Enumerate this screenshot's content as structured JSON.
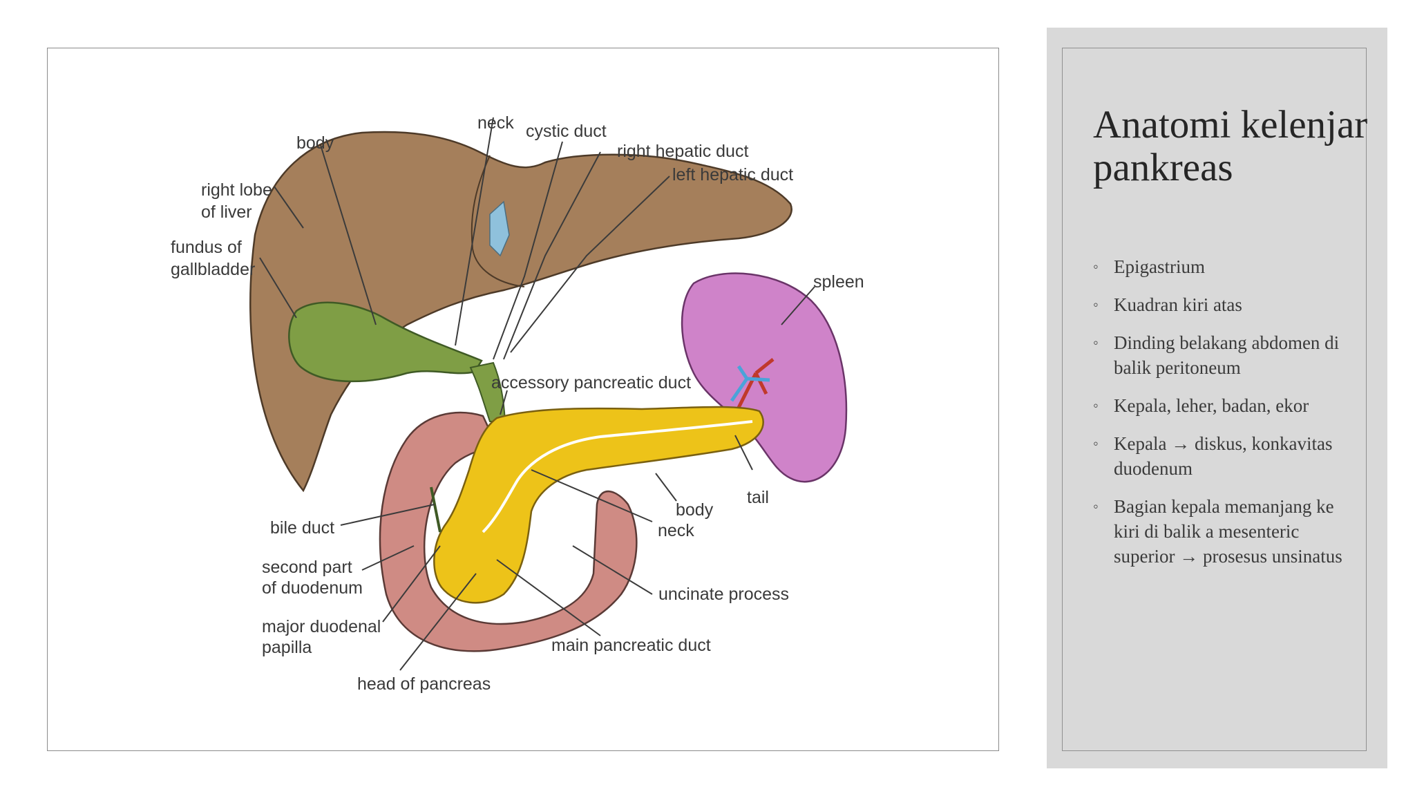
{
  "figure": {
    "labels": {
      "neck_top": "neck",
      "cystic_duct": "cystic duct",
      "body_top": "body",
      "right_hepatic_duct": "right hepatic duct",
      "left_hepatic_duct": "left hepatic duct",
      "right_lobe_1": "right lobe",
      "right_lobe_2": "of liver",
      "fundus_1": "fundus of",
      "fundus_2": "gallbladder",
      "spleen": "spleen",
      "accessory_pancreatic_duct": "accessory pancreatic duct",
      "tail": "tail",
      "body_pancreas": "body",
      "neck_pancreas": "neck",
      "bile_duct": "bile duct",
      "second_part_1": "second part",
      "second_part_2": "of duodenum",
      "major_papilla_1": "major duodenal",
      "major_papilla_2": "papilla",
      "uncinate_process": "uncinate process",
      "main_pancreatic_duct": "main pancreatic duct",
      "head_of_pancreas": "head of pancreas"
    },
    "colors": {
      "liver": "#a57f5b",
      "gallbladder": "#7f9e45",
      "spleen": "#cf83c9",
      "pancreas": "#edc319",
      "duodenum": "#cf8b84",
      "bile_vessels": "#8fc1dc"
    }
  },
  "sidebar": {
    "title": "Anatomi kelenjar pankreas",
    "bullets": [
      "Epigastrium",
      "Kuadran kiri atas",
      "Dinding belakang abdomen di balik peritoneum",
      "Kepala, leher, badan, ekor",
      "Kepala → diskus, konkavitas duodenum",
      "Bagian kepala memanjang ke kiri di balik a mesenteric superior → prosesus unsinatus"
    ]
  }
}
